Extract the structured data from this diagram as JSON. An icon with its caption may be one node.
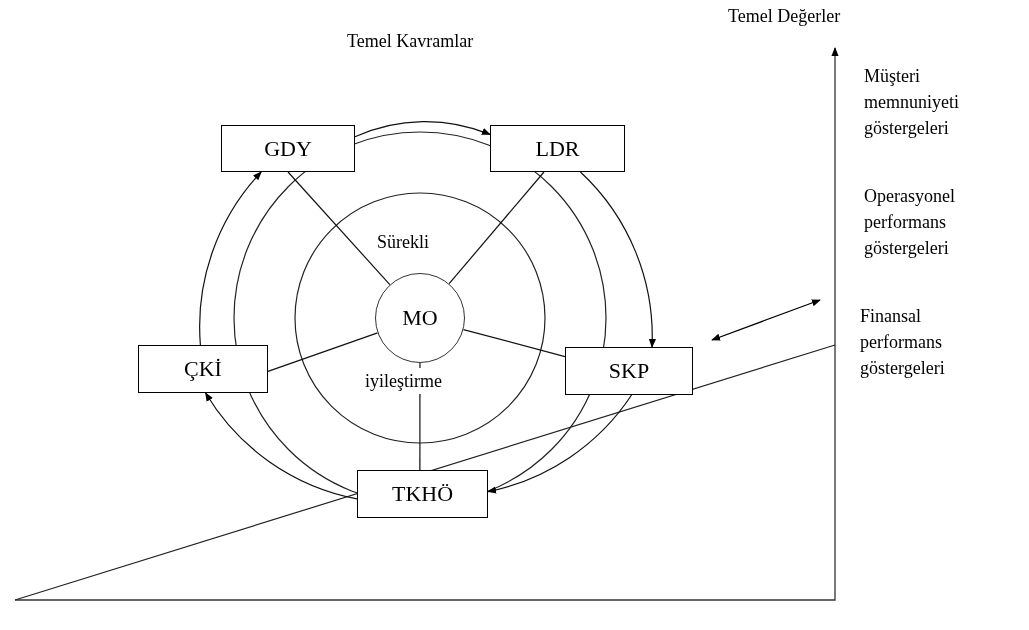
{
  "diagram": {
    "nodes": [
      {
        "text": [
          "GDY"
        ]
      },
      {
        "text": [
          "LDR"
        ]
      },
      {
        "text": [
          "MO"
        ]
      },
      {
        "text": [
          "ÇKİ"
        ]
      },
      {
        "text": [
          "SKP"
        ]
      },
      {
        "text": [
          "TKHÖ"
        ]
      }
    ],
    "edges": [
      {
        "from": 0,
        "to": 1,
        "arrow": "to"
      },
      {
        "from": 1,
        "to": 4,
        "arrow": "to"
      },
      {
        "from": 4,
        "to": 5,
        "arrow": "to"
      },
      {
        "from": 5,
        "to": 3,
        "arrow": "to"
      },
      {
        "from": 3,
        "to": 0,
        "arrow": "to"
      },
      {
        "from": 0,
        "to": 2,
        "arrow": "none"
      },
      {
        "from": 1,
        "to": 2,
        "arrow": "none"
      },
      {
        "from": 3,
        "to": 2,
        "arrow": "none"
      },
      {
        "from": 4,
        "to": 2,
        "arrow": "none"
      },
      {
        "from": 5,
        "to": 2,
        "arrow": "none"
      }
    ],
    "labels": [
      "Temel Değerler",
      "Temel Kavramlar",
      "Müşteri memnuniyeti göstergeleri",
      "Operasyonel performans göstergeleri",
      "Sürekli",
      "Finansal performans göstergeleri",
      "iyileştirme"
    ]
  }
}
